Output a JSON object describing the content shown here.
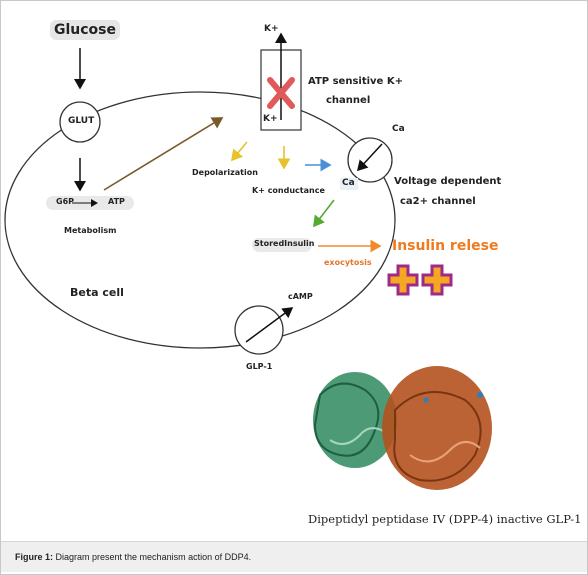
{
  "diagram": {
    "glucose": "Glucose",
    "glut": "GLUT",
    "k_top": "K+",
    "k_bottom": "K+",
    "atp_channel_line1": "ATP sensitive K+",
    "atp_channel_line2": "channel",
    "ca_top": "Ca",
    "ca_inner": "Ca",
    "voltage_line1": "Voltage dependent",
    "voltage_line2": "ca2+ channel",
    "depolarization": "Depolarization",
    "k_conductance": "K+ conductance",
    "g6p": "G6P",
    "atp": "ATP",
    "metabolism": "Metabolism",
    "stored_insulin": "StoredInsulin",
    "exocytosis": "exocytosis",
    "insulin_release": "Insulin relese",
    "beta_cell": "Beta cell",
    "camp": "cAMP",
    "glp1": "GLP-1",
    "dpp4_label": "Dipeptidyl peptidase IV (DPP-4) inactive GLP-1"
  },
  "caption": {
    "prefix": "Figure 1:",
    "text": " Diagram present the mechanism action of DDP4."
  },
  "colors": {
    "glut_arrow": "#7a5a2a",
    "yellow_arrow": "#e8c22a",
    "blue_arrow": "#4a8fd6",
    "green_arrow": "#55aa33",
    "orange_arrow": "#f08a2a",
    "insulin_text": "#f07a1e",
    "red_x": "#e05a5a",
    "protein_green": "#2e8a5e",
    "protein_brown": "#b4521e",
    "plus_orange": "#f5a623",
    "plus_purple": "#a02a8a"
  }
}
